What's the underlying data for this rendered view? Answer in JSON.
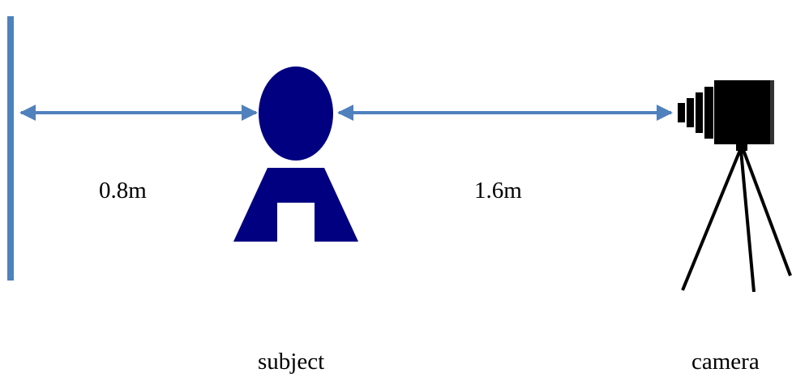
{
  "distances": {
    "wall_to_subject": "0.8m",
    "subject_to_camera": "1.6m"
  },
  "labels": {
    "subject": "subject",
    "camera": "camera"
  },
  "colors": {
    "wall": "#4f81bd",
    "arrow": "#4f81bd",
    "subject": "#000080",
    "camera": "#000000",
    "text": "#000000",
    "background": "#ffffff"
  }
}
